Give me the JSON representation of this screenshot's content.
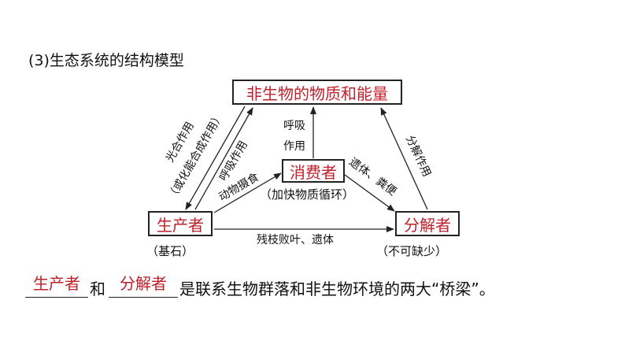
{
  "heading": "(3)生态系统的结构模型",
  "nodes": {
    "abiotic": "非生物的物质和能量",
    "consumer": "消费者",
    "producer": "生产者",
    "decomposer": "分解者"
  },
  "notes": {
    "consumer": "（加快物质循环）",
    "producer": "（基石）",
    "decomposer": "（不可缺少）"
  },
  "arrow_labels": {
    "photosynthesis_line1": "光合作用",
    "photosynthesis_line2": "（或化能合成作用）",
    "producer_respiration": "呼吸作用",
    "animal_feeding": "动物摄食",
    "consumer_respiration_line1": "呼吸",
    "consumer_respiration_line2": "作用",
    "remains_waste": "遗体、粪便",
    "decomposition": "分解作用",
    "residue": "残枝败叶、遗体"
  },
  "sentence": {
    "blank1": "生产者",
    "connector": "和",
    "blank2": "分解者",
    "rest": "是联系生物群落和非生物环境的两大“桥梁”。"
  },
  "colors": {
    "highlight": "#c0202a",
    "line": "#222222"
  }
}
